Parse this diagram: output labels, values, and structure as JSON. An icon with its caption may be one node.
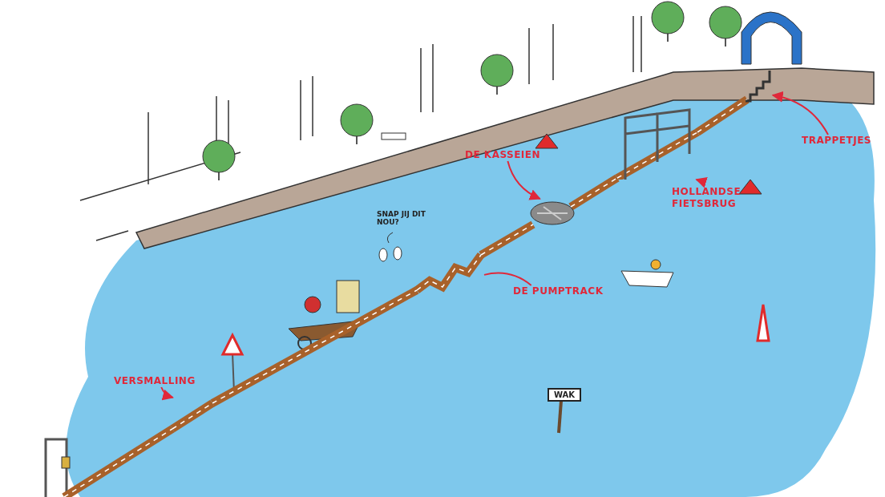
{
  "diagram": {
    "nodes": [
      {
        "text": [
          "DE KASSEIEN"
        ]
      },
      {
        "text": [],
        "shape": "picture"
      },
      {
        "text": [
          "HOLLANDSE FIETSBRUG"
        ]
      },
      {
        "text": [],
        "shape": "picture"
      },
      {
        "text": [
          "TRAPPETJES"
        ]
      },
      {
        "text": [],
        "shape": "picture"
      },
      {
        "text": [
          "DE PUMPTRACK"
        ]
      },
      {
        "text": [],
        "shape": "picture"
      },
      {
        "text": [
          "VERSMALLING"
        ]
      },
      {
        "text": [],
        "shape": "picture"
      }
    ],
    "edges": [
      {
        "from": 0,
        "to": 1,
        "arrow": "to"
      },
      {
        "from": 2,
        "to": 3,
        "arrow": "to"
      },
      {
        "from": 4,
        "to": 5,
        "arrow": "to"
      },
      {
        "from": 6,
        "to": 7,
        "arrow": "none"
      },
      {
        "from": 8,
        "to": 9,
        "arrow": "to"
      }
    ],
    "labels": [
      "SNAP JIJ DIT NOU?",
      "WAK"
    ]
  }
}
